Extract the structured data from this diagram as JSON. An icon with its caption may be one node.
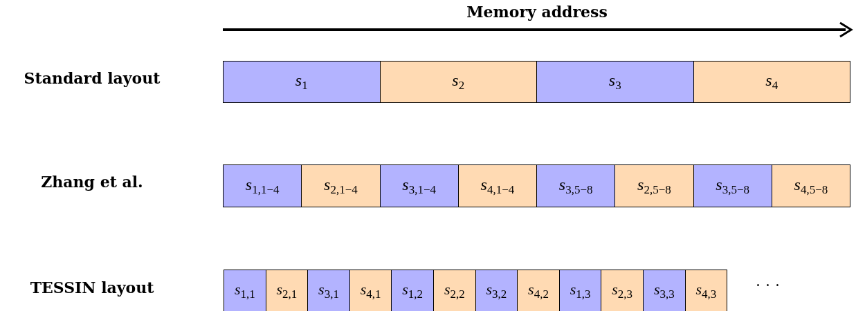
{
  "diagram": {
    "nodes": [
      {
        "text": [
          "*s*$_{1}$"
        ]
      },
      {
        "text": [
          "*s*$_{2}$"
        ]
      },
      {
        "text": [
          "*s*$_{3}$"
        ]
      },
      {
        "text": [
          "*s*$_{4}$"
        ]
      },
      {
        "text": [
          "*s*$_{1,1−4}$"
        ]
      },
      {
        "text": [
          "*s*$_{2,1−4}$"
        ]
      },
      {
        "text": [
          "*s*$_{3,1−4}$"
        ]
      },
      {
        "text": [
          "*s*$_{4,1−4}$"
        ]
      },
      {
        "text": [
          "*s*$_{3,5−8}$"
        ]
      },
      {
        "text": [
          "*s*$_{2,5−8}$"
        ]
      },
      {
        "text": [
          "*s*$_{3,5−8}$"
        ]
      },
      {
        "text": [
          "*s*$_{4,5−8}$"
        ]
      },
      {
        "text": [
          "*s*$_{1,1}$"
        ]
      },
      {
        "text": [
          "*s*$_{2,1}$"
        ]
      },
      {
        "text": [
          "*s*$_{3,1}$"
        ]
      },
      {
        "text": [
          "*s*$_{4,1}$"
        ]
      },
      {
        "text": [
          "*s*$_{1,2}$"
        ]
      },
      {
        "text": [
          "*s*$_{2,2}$"
        ]
      },
      {
        "text": [
          "*s*$_{3,2}$"
        ]
      },
      {
        "text": [
          "*s*$_{4,2}$"
        ]
      },
      {
        "text": [
          "*s*$_{1,3}$"
        ]
      },
      {
        "text": [
          "*s*$_{2,3}$"
        ]
      },
      {
        "text": [
          "*s*$_{3,3}$"
        ]
      },
      {
        "text": [
          "*s*$_{4,3}$"
        ]
      }
    ],
    "edges": [],
    "labels": [
      "Memory address",
      "Standard layout",
      "Zhang et al.",
      "TESSIN layout",
      "· · ·"
    ]
  }
}
